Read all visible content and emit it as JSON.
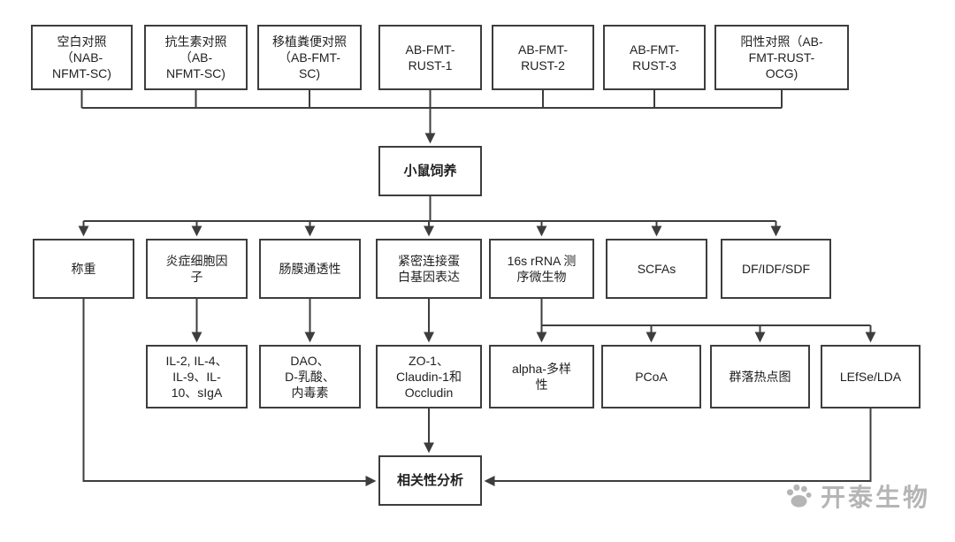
{
  "nodes": {
    "blank_control": "空白对照\n（NAB-\nNFMT-SC)",
    "antibiotic_control": "抗生素对照\n（AB-\nNFMT-SC)",
    "fmt_control": "移植粪便对照\n（AB-FMT-\nSC)",
    "rust1": "AB-FMT-\nRUST-1",
    "rust2": "AB-FMT-\nRUST-2",
    "rust3": "AB-FMT-\nRUST-3",
    "positive_control": "阳性对照（AB-\nFMT-RUST-\nOCG)",
    "mouse_feeding": "小鼠饲养",
    "weighing": "称重",
    "inflammatory_cytokines": "炎症细胞因\n子",
    "intestinal_permeability": "肠膜通透性",
    "tight_junction": "紧密连接蛋\n白基因表达",
    "rrna_16s": "16s rRNA 测\n序微生物",
    "scfas": "SCFAs",
    "df_idf_sdf": "DF/IDF/SDF",
    "il_panel": "IL-2, IL-4、\nIL-9、IL-\n10、sIgA",
    "dao_panel": "DAO、\nD-乳酸、\n内毒素",
    "zo1_panel": "ZO-1、\nClaudin-1和\nOccludin",
    "alpha_diversity": "alpha-多样\n性",
    "pcoa": "PCoA",
    "community_heatmap": "群落热点图",
    "lefse_lda": "LEfSe/LDA",
    "correlation": "相关性分析"
  },
  "watermark": {
    "text": "开泰生物"
  },
  "colors": {
    "line": "#3d3d3d",
    "border": "#3d3d3d",
    "text": "#1f1f1f",
    "watermark": "#b5b5b5",
    "background": "#ffffff"
  }
}
